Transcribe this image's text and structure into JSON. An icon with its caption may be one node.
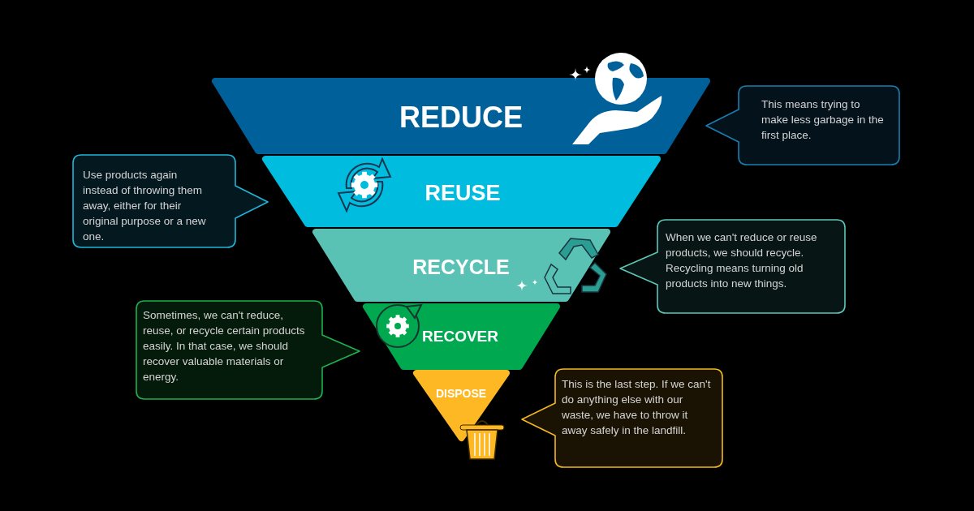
{
  "diagram": {
    "nodes": [
      {
        "text": [
          "REDUCE"
        ]
      },
      {
        "text": [
          "REUSE"
        ]
      },
      {
        "text": [
          "RECYCLE"
        ]
      },
      {
        "text": [
          "RECOVER"
        ]
      },
      {
        "text": [
          "DISPOSE"
        ]
      },
      {
        "text": [
          "This means trying to make less garbage in the first place."
        ]
      },
      {
        "text": [
          "Use products again instead of throwing them away, either for their original purpose or a new one."
        ]
      },
      {
        "text": [
          "When we can't reduce or reuse products, we should recycle. Recycling means turning old products into new things."
        ]
      },
      {
        "text": [
          "Sometimes, we can't reduce, reuse, or recycle certain products easily. In that case, we should recover valuable materials or energy."
        ]
      },
      {
        "text": [
          "This is the last step. If we can't do anything else with our waste, we have to throw it away safely in the landfill."
        ]
      }
    ]
  }
}
